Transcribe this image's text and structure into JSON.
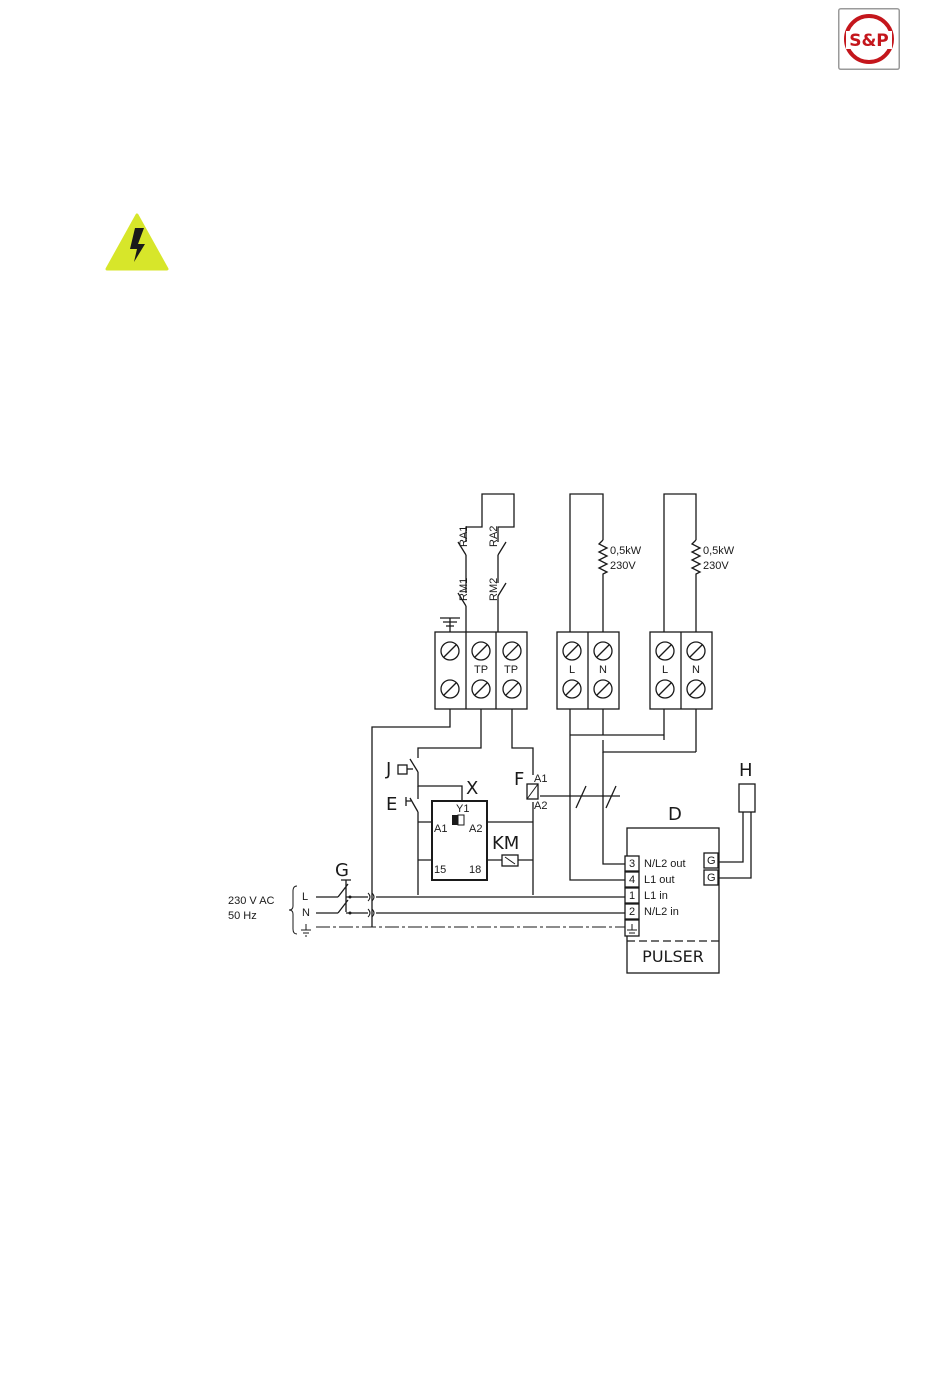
{
  "brand": {
    "logo_text": "S&P",
    "color": "#c4161c"
  },
  "warning": {
    "color": "#d7e62a",
    "icon": "high-voltage-icon"
  },
  "diagram": {
    "supply": {
      "line1": "230 V AC",
      "line2": "50 Hz",
      "l": "L",
      "n": "N"
    },
    "relays": {
      "ra1": "RA1",
      "ra2": "RA2",
      "rm1": "RM1",
      "rm2": "RM2"
    },
    "heater1": {
      "power": "0,5kW",
      "voltage": "230V"
    },
    "heater2": {
      "power": "0,5kW",
      "voltage": "230V"
    },
    "terminals": {
      "tp1": "TP",
      "tp2": "TP",
      "l1": "L",
      "n1": "N",
      "l2": "L",
      "n2": "N"
    },
    "component_labels": {
      "j": "J",
      "e": "E",
      "x": "X",
      "f": "F",
      "km": "KM",
      "g": "G",
      "h": "H",
      "d": "D"
    },
    "x_pins": {
      "y1": "Y1",
      "a1": "A1",
      "a2": "A2",
      "p15": "15",
      "p18": "18"
    },
    "f_pins": {
      "a1": "A1",
      "a2": "A2"
    },
    "pulser": {
      "label": "PULSER",
      "pins": [
        {
          "num": "3",
          "text": "N/L2 out"
        },
        {
          "num": "4",
          "text": "L1 out"
        },
        {
          "num": "1",
          "text": "L1 in"
        },
        {
          "num": "2",
          "text": "N/L2 in"
        }
      ],
      "g1": "G",
      "g2": "G"
    }
  }
}
